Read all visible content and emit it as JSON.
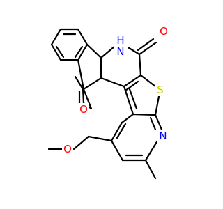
{
  "molecule": {
    "atoms": [
      {
        "id": "o_top",
        "label": "O",
        "color": "#ff0000"
      },
      {
        "id": "nh",
        "label": "H",
        "color": "#0000ff"
      },
      {
        "id": "nh_n",
        "label": "N",
        "color": "#0000ff"
      },
      {
        "id": "s",
        "label": "S",
        "color": "#c8c800"
      },
      {
        "id": "n_ring",
        "label": "N",
        "color": "#0000ff"
      },
      {
        "id": "o_left",
        "label": "O",
        "color": "#ff0000"
      },
      {
        "id": "o_ether",
        "label": "O",
        "color": "#ff0000"
      }
    ],
    "bond_color": "#000000"
  }
}
